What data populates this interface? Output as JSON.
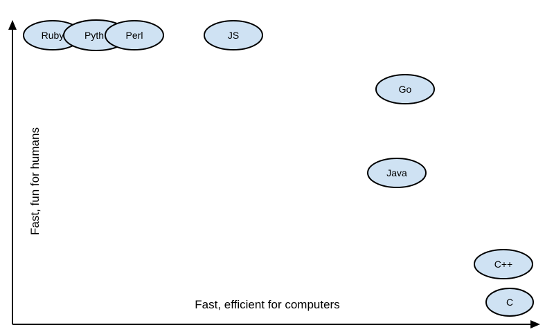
{
  "x_axis": {
    "label": "Fast, efficient for computers"
  },
  "y_axis": {
    "label": "Fast, fun for humans"
  },
  "colors": {
    "node_fill": "#cfe2f3",
    "node_stroke": "#000000",
    "axis": "#000000"
  },
  "nodes": [
    {
      "label": "Ruby"
    },
    {
      "label": "Pyth"
    },
    {
      "label": "Perl"
    },
    {
      "label": "JS"
    },
    {
      "label": "Go"
    },
    {
      "label": "Java"
    },
    {
      "label": "C++"
    },
    {
      "label": "C"
    }
  ]
}
